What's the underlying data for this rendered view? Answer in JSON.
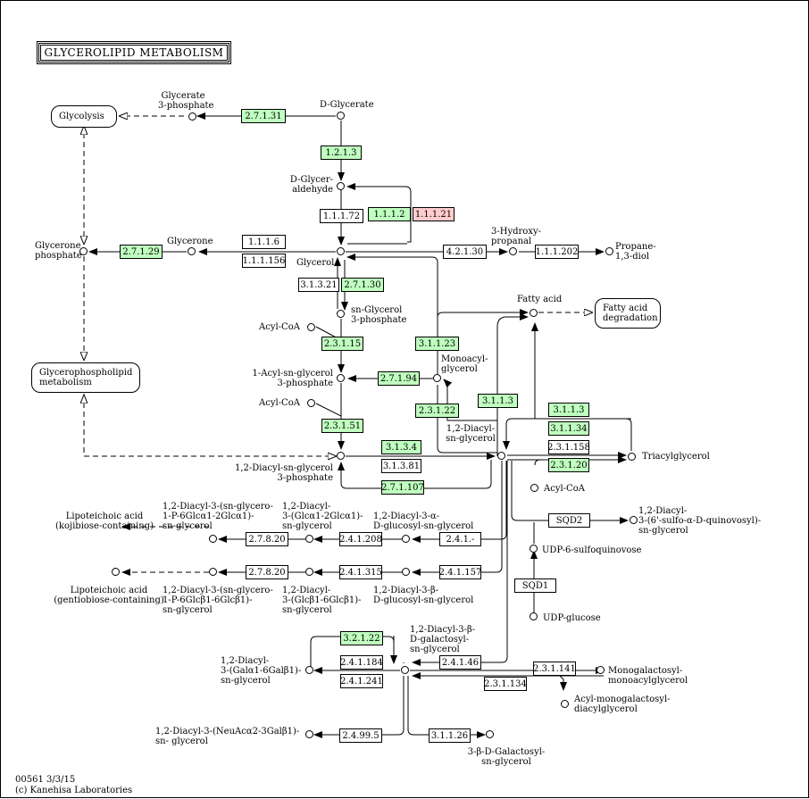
{
  "title": "GLYCEROLIPID METABOLISM",
  "footer": {
    "code": "00561 3/3/15",
    "copyright": "(c) Kanehisa Laboratories"
  },
  "maps": {
    "glycolysis": "Glycolysis",
    "fatty_acid_degradation": "Fatty acid\ndegradation",
    "glycerophospholipid": "Glycerophospholipid\nmetabolism"
  },
  "enzymes": {
    "e2_7_1_31": "2.7.1.31",
    "e1_2_1_3": "1.2.1.3",
    "e1_1_1_72": "1.1.1.72",
    "e1_1_1_2": "1.1.1.2",
    "e1_1_1_21": "1.1.1.21",
    "e1_1_1_6": "1.1.1.6",
    "e1_1_1_156": "1.1.1.156",
    "e2_7_1_29": "2.7.1.29",
    "e4_2_1_30": "4.2.1.30",
    "e1_1_1_202": "1.1.1.202",
    "e3_1_3_21": "3.1.3.21",
    "e2_7_1_30": "2.7.1.30",
    "e2_3_1_15": "2.3.1.15",
    "e3_1_1_23": "3.1.1.23",
    "e2_7_1_94": "2.7.1.94",
    "e3_1_1_3a": "3.1.1.3",
    "e2_3_1_22": "2.3.1.22",
    "e2_3_1_51": "2.3.1.51",
    "e3_1_1_3b": "3.1.1.3",
    "e3_1_1_34": "3.1.1.34",
    "e2_3_1_158": "2.3.1.158",
    "e2_3_1_20": "2.3.1.20",
    "e3_1_3_4": "3.1.3.4",
    "e3_1_3_81": "3.1.3.81",
    "e2_7_1_107": "2.7.1.107",
    "sqd2": "SQD2",
    "sqd1": "SQD1",
    "e2_7_8_20a": "2.7.8.20",
    "e2_4_1_208": "2.4.1.208",
    "e2_4_1_x": "2.4.1.-",
    "e2_7_8_20b": "2.7.8.20",
    "e2_4_1_315": "2.4.1.315",
    "e2_4_1_157": "2.4.1.157",
    "e3_2_1_22": "3.2.1.22",
    "e2_4_1_184": "2.4.1.184",
    "e2_4_1_241": "2.4.1.241",
    "e2_4_1_46": "2.4.1.46",
    "e2_3_1_141": "2.3.1.141",
    "e2_3_1_134": "2.3.1.134",
    "e2_4_99_5": "2.4.99.5",
    "e3_1_1_26": "3.1.1.26"
  },
  "compounds": {
    "glycerate_3p": "Glycerate\n3-phosphate",
    "d_glycerate": "D-Glycerate",
    "d_glyceraldehyde": "D-Glycer-\naldehyde",
    "glycerone_phosphate": "Glycerone\nphosphate",
    "glycerone": "Glycerone",
    "glycerol": "Glycerol",
    "hydroxypropanal": "3-Hydroxy-\npropanal",
    "propanediol": "Propane-\n1,3-diol",
    "sn_glycerol_3p": "sn-Glycerol\n3-phosphate",
    "acyl_coa_1": "Acyl-CoA",
    "fatty_acid": "Fatty acid",
    "acyl_sn_glycerol_3p": "1-Acyl-sn-glycerol\n3-phosphate",
    "monoacylglycerol": "Monoacyl-\nglycerol",
    "acyl_coa_2": "Acyl-CoA",
    "diacyl_sn_glycerol": "1,2-Diacyl-\nsn-glycerol",
    "triacylglycerol": "Triacylglycerol",
    "diacyl_sn_glycerol_3p": "1,2-Diacyl-sn-glycerol\n3-phosphate",
    "acyl_coa_3": "Acyl-CoA",
    "sulfoquinovosyl": "1,2-Diacyl-\n3-(6'-sulfo-α-D-quinovosyl)-\nsn-glycerol",
    "udp_sulfoquinovose": "UDP-6-sulfoquinovose",
    "udp_glucose": "UDP-glucose",
    "lta_kojibiose": "Lipoteichoic acid\n(kojibiose-containing)",
    "dag_glc_glc_p": "1,2-Diacyl-3-(sn-glycero-\n1-P-6Glcα1-2Glcα1)-\nsn-glycerol",
    "dag_glc_glc": "1,2-Diacyl-\n3-(Glcα1-2Glcα1)-\nsn-glycerol",
    "dag_a_glc": "1,2-Diacyl-3-α-\nD-glucosyl-sn-glycerol",
    "lta_gentiobiose": "Lipoteichoic acid\n(gentiobiose-containing)",
    "dag_glc_b_p": "1,2-Diacyl-3-(sn-glycero-\n1-P-6Glcβ1-6Glcβ1)-\nsn-glycerol",
    "dag_glc_b_glc": "1,2-Diacyl-\n3-(Glcβ1-6Glcβ1)-\nsn-glycerol",
    "dag_b_glc": "1,2-Diacyl-3-β-\nD-glucosyl-sn-glycerol",
    "dag_b_gal": "1,2-Diacyl-3-β-\nD-galactosyl-\nsn-glycerol",
    "dag_gal_a_gal": "1,2-Diacyl-\n3-(Galα1-6Galβ1)-\nsn-glycerol",
    "monogalactosyl": "Monogalactosyl-\nmonoacylglycerol",
    "acyl_monogalactosyl": "Acyl-monogalactosyl-\ndiacylglycerol",
    "dag_neuac": "1,2-Diacyl-3-(NeuAcα2-3Galβ1)-\nsn- glycerol",
    "b_d_galactosyl": "3-β-D-Galactosyl-\nsn-glycerol"
  },
  "colors": {
    "found": "#bfffbf",
    "highlight": "#ffcccc",
    "line": "#000000"
  }
}
